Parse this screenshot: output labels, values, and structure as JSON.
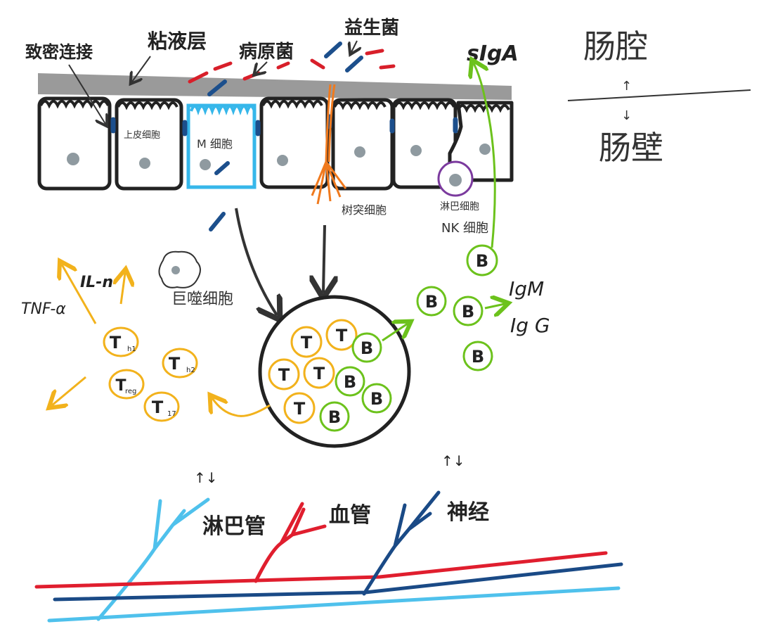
{
  "labels": {
    "tight_junction": "致密连接",
    "mucus_layer": "粘液层",
    "pathogen": "病原菌",
    "probiotic": "益生菌",
    "siga": "sIgA",
    "lumen": "肠腔",
    "wall": "肠壁",
    "epithelial_cell": "上皮细胞",
    "m_cell": "M 细胞",
    "dendritic_cell": "树突细胞",
    "lymphocyte": "淋巴细胞",
    "nk_cell": "NK 细胞",
    "macrophage": "巨噬细胞",
    "il": "IL-n",
    "tnf": "TNF-α",
    "igm": "IgM",
    "igg": "Ig G",
    "lymph_vessel": "淋巴管",
    "blood_vessel": "血管",
    "nerve": "神经"
  },
  "cells": {
    "t": "T",
    "b": "B",
    "th1": "T",
    "th1_sub": "h1",
    "th2": "T",
    "th2_sub": "h2",
    "treg": "T",
    "treg_sub": "reg",
    "t17": "T",
    "t17_sub": "17"
  },
  "symbols": {
    "up_arrow": "↑",
    "down_arrow": "↓",
    "updown": "↑↓"
  },
  "colors": {
    "pathogen": "#d81f2a",
    "probiotic": "#1c4f8c",
    "t_cell": "#f2b21c",
    "b_cell": "#6cc21c",
    "m_cell": "#36b7ea",
    "dendritic": "#f07a1e",
    "lymphocyte": "#7b3a9e",
    "mucus": "#9a9a9a",
    "lymph_vessel": "#4fc1ec",
    "blood_vessel": "#e01e2e",
    "nerve": "#1a4a86"
  }
}
